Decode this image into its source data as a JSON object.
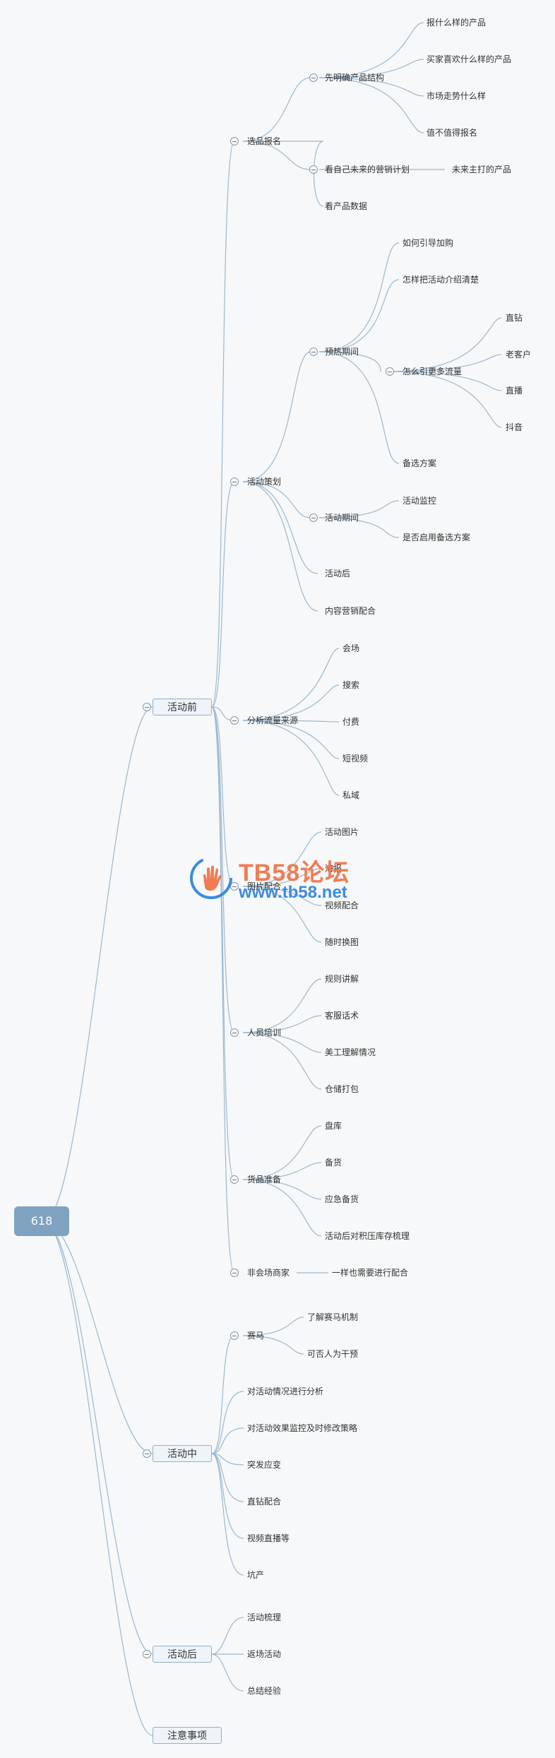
{
  "root": "618",
  "phases": {
    "before": "活动前",
    "during": "活动中",
    "after": "活动后",
    "notes": "注意事项"
  },
  "nodes": {
    "select": "选品报名",
    "clear_structure": "先明确产品结构",
    "report_what": "报什么样的产品",
    "buyer_like": "买家喜欢什么样的产品",
    "market_trend": "市场走势什么样",
    "worth": "值不值得报名",
    "future_plan": "看自己未来的营销计划",
    "future_product": "未来主打的产品",
    "product_data": "看产品数据",
    "planning": "活动策划",
    "preheat": "预热期间",
    "guide_cart": "如何引导加购",
    "intro_clear": "怎样把活动介绍清楚",
    "more_traffic": "怎么引更多流量",
    "zhizuan": "直钻",
    "old_customer": "老客户",
    "live": "直播",
    "douyin": "抖音",
    "backup": "备选方案",
    "during_period": "活动期间",
    "monitor": "活动监控",
    "enable_backup": "是否启用备选方案",
    "post_activity": "活动后",
    "content_marketing": "内容营销配合",
    "traffic_source": "分析流量来源",
    "venue": "会场",
    "search": "搜索",
    "paid": "付费",
    "short_video": "短视频",
    "private": "私域",
    "image_coop": "图片配合",
    "activity_image": "活动图片",
    "poster": "海报",
    "video_coop": "视频配合",
    "anytime_change": "随时换图",
    "staff_training": "人员培训",
    "rules": "规则讲解",
    "cs_script": "客服话术",
    "art_understand": "美工理解情况",
    "warehouse_pack": "仓储打包",
    "stock_prep": "货品准备",
    "inventory": "盘库",
    "stocking": "备货",
    "emergency_stock": "应急备货",
    "post_stock_sort": "活动后对积压库存梳理",
    "non_venue": "非会场商家",
    "also_coop": "一样也需要进行配合",
    "race": "赛马",
    "race_mech": "了解赛马机制",
    "human_intervene": "可否人为干预",
    "analyze": "对活动情况进行分析",
    "monitor_adjust": "对活动效果监控及时修改策略",
    "emergency": "突发应变",
    "zhizuan_coop": "直钻配合",
    "video_live": "视频直播等",
    "pit": "坑产",
    "sort": "活动梳理",
    "return": "返场活动",
    "summary": "总结经验"
  },
  "watermark": {
    "title": "TB58论坛",
    "url": "www.tb58.net"
  },
  "colors": {
    "line": "#9bb8cf",
    "root_bg": "#7fa2c0",
    "box_border": "#8fb1cc",
    "watermark_orange": "#f07c55",
    "watermark_blue": "#3b8be0"
  }
}
